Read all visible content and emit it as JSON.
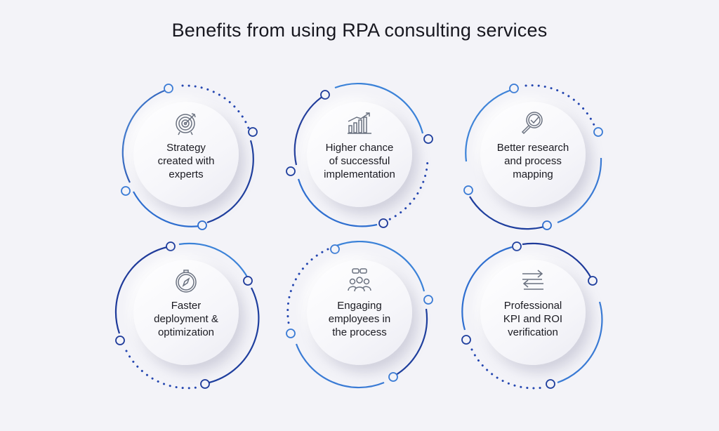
{
  "title": "Benefits from using RPA consulting services",
  "colors": {
    "accent_light": "#3a7bd5",
    "accent_dark": "#1f3f9e",
    "background": "#f3f3f8"
  },
  "cards": [
    {
      "icon": "target-icon",
      "lines": [
        "Strategy",
        "created with",
        "experts"
      ]
    },
    {
      "icon": "growth-chart-icon",
      "lines": [
        "Higher chance",
        "of successful",
        "implementation"
      ]
    },
    {
      "icon": "magnifier-check-icon",
      "lines": [
        "Better research",
        "and process",
        "mapping"
      ]
    },
    {
      "icon": "compass-icon",
      "lines": [
        "Faster",
        "deployment &",
        "optimization"
      ]
    },
    {
      "icon": "team-chat-icon",
      "lines": [
        "Engaging",
        "employees in",
        "the process"
      ]
    },
    {
      "icon": "exchange-arrows-icon",
      "lines": [
        "Professional",
        "KPI and ROI",
        "verification"
      ]
    }
  ]
}
